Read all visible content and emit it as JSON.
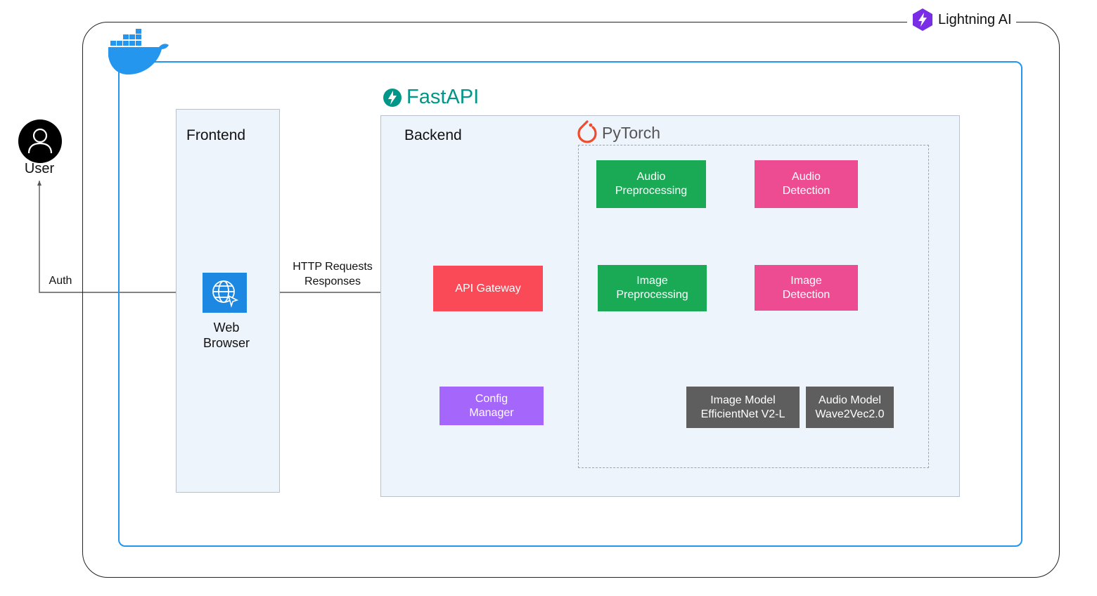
{
  "brand": {
    "lightning_label": "Lightning AI",
    "fastapi_label": "FastAPI",
    "pytorch_label": "PyTorch"
  },
  "actors": {
    "user_label": "User"
  },
  "panels": {
    "frontend_title": "Frontend",
    "backend_title": "Backend"
  },
  "nodes": {
    "web_browser": "Web\nBrowser",
    "api_gateway": "API Gateway",
    "config_manager": "Config\nManager",
    "audio_preprocessing": "Audio\nPreprocessing",
    "audio_detection": "Audio\nDetection",
    "image_preprocessing": "Image\nPreprocessing",
    "image_detection": "Image\nDetection",
    "image_model": "Image Model\nEfficientNet V2-L",
    "audio_model": "Audio Model\nWave2Vec2.0"
  },
  "edges": {
    "auth_label": "Auth",
    "http_label": "HTTP Requests\nResponses"
  },
  "colors": {
    "docker_blue": "#2496ed",
    "lightning_purple": "#792ee5",
    "fastapi_teal": "#009688",
    "pytorch_orange": "#ee4c2c",
    "preprocessing_green": "#1aaa55",
    "detection_pink": "#ed4c93",
    "gateway_red": "#fa4a57",
    "config_purple": "#a566fb",
    "model_gray": "#5e5e5e",
    "panel_fill": "#eef4fc"
  }
}
